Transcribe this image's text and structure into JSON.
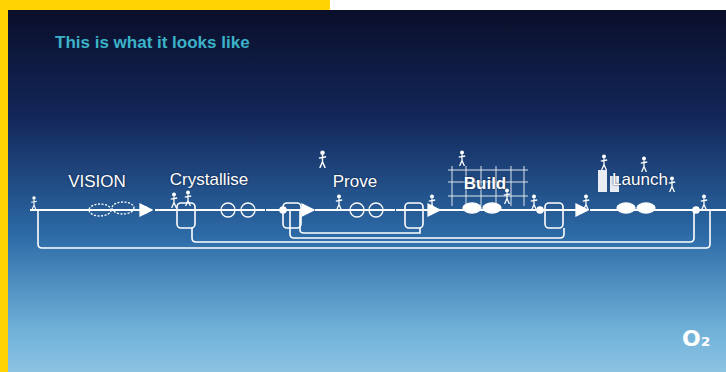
{
  "diagram": {
    "title": "This is what it looks like",
    "nodes": [
      {
        "text": [
          "VISION"
        ]
      },
      {
        "text": [
          "Crystallise"
        ]
      },
      {
        "text": [
          "Prove"
        ]
      },
      {
        "text": [
          "Build"
        ]
      },
      {
        "text": [
          "Launch"
        ]
      }
    ],
    "edges": [
      {
        "from": 0,
        "to": 1,
        "arrow": "to"
      },
      {
        "from": 1,
        "to": 2,
        "arrow": "to"
      },
      {
        "from": 2,
        "to": 3,
        "arrow": "to"
      },
      {
        "from": 3,
        "to": 4,
        "arrow": "to"
      }
    ],
    "labels": [
      "O₂"
    ]
  }
}
